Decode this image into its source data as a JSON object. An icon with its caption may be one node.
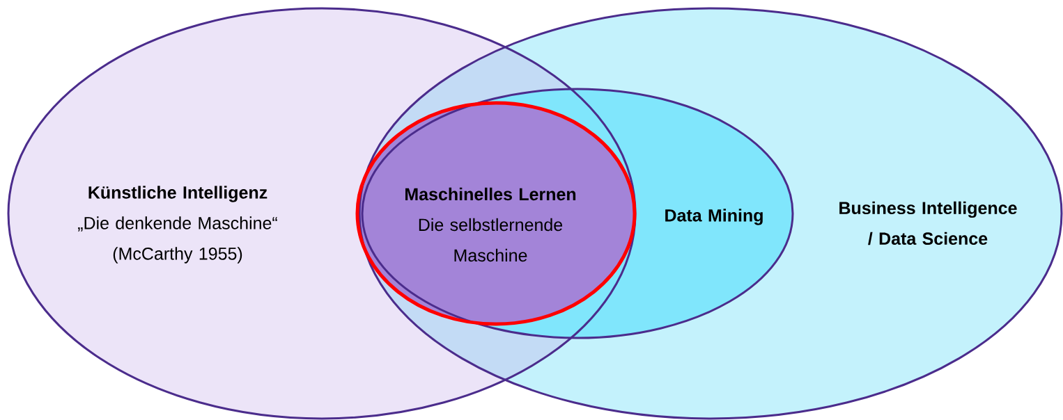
{
  "diagram": {
    "nodes": [
      {
        "text": [
          "Künstliche Intelligenz",
          "„Die denkende Maschine“ (McCarthy 1955)"
        ]
      },
      {
        "text": [
          "Business Intelligence / Data Science"
        ]
      },
      {
        "text": [
          "Data Mining"
        ],
        "in": 1
      },
      {
        "text": [
          "Maschinelles Lernen",
          "Die selbstlernende Maschine"
        ]
      }
    ]
  }
}
